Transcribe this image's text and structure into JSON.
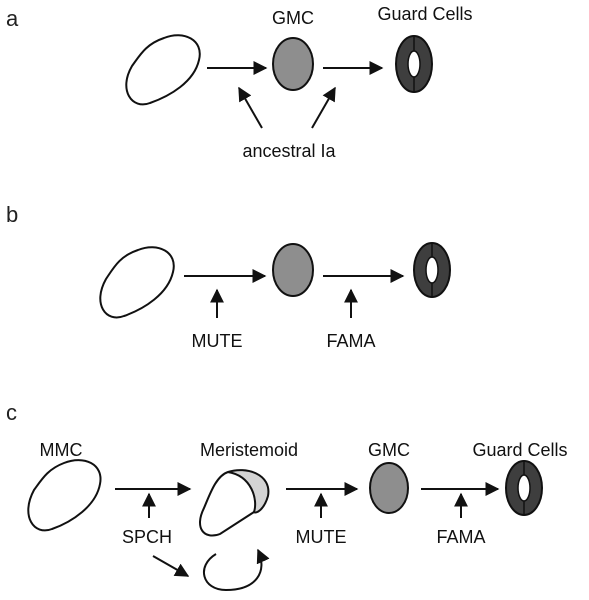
{
  "panels": [
    {
      "letter": "a",
      "stage_labels": {
        "gmc": "GMC",
        "guard": "Guard Cells"
      },
      "regulators": {
        "shared": "ancestral Ia"
      }
    },
    {
      "letter": "b",
      "regulators": {
        "first": "MUTE",
        "second": "FAMA"
      }
    },
    {
      "letter": "c",
      "stage_labels": {
        "mmc": "MMC",
        "meristemoid": "Meristemoid",
        "gmc": "GMC",
        "guard": "Guard Cells"
      },
      "regulators": {
        "first": "SPCH",
        "second": "MUTE",
        "third": "FAMA"
      }
    }
  ],
  "colors": {
    "gmc_fill": "#8e8e8e",
    "guard_fill": "#3e3e3e",
    "meristemoid_cap": "#d4d4d4",
    "stroke": "#111111"
  }
}
